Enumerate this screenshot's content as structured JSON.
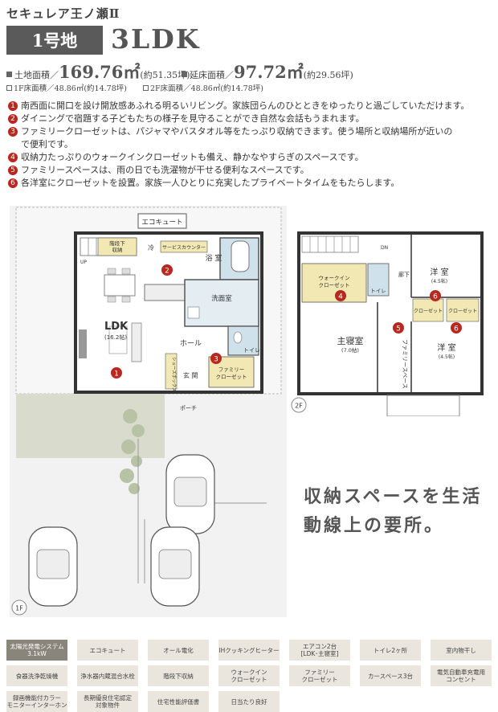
{
  "header": {
    "series": "セキュレア王ノ瀬Ⅱ",
    "lot": "1号地",
    "layout": "3LDK"
  },
  "specs": {
    "land_label": "土地面積／",
    "land_value": "169.76㎡",
    "land_tsubo": "(約51.35坪)",
    "floor_label": "延床面積／",
    "floor_value": "97.72㎡",
    "floor_tsubo": "(約29.56坪)",
    "floor1": "1F床面積／48.86㎡(約14.78坪)",
    "floor2": "2F床面積／48.86㎡(約14.78坪)"
  },
  "features": [
    {
      "num": "1",
      "text": "南西面に開口を設け開放感あふれる明るいリビング。家族団らんのひとときをゆったりと過ごしていただけます。"
    },
    {
      "num": "2",
      "text": "ダイニングで宿題する子どもたちの様子を見守ることができ自然な会話もうまれます。"
    },
    {
      "num": "3",
      "text": "ファミリークローゼットは、パジャマやバスタオル等をたっぷり収納できます。使う場所と収納場所が近いの"
    },
    {
      "num": "",
      "text": "で便利です。"
    },
    {
      "num": "4",
      "text": "収納力たっぷりのウォークインクローゼットも備え、静かなやすらぎのスペースです。"
    },
    {
      "num": "5",
      "text": "ファミリースペースは、雨の日でも洗濯物が干せる便利なスペースです。"
    },
    {
      "num": "6",
      "text": "各洋室にクローゼットを設置。家族一人ひとりに充実したプライベートタイムをもたらします。"
    }
  ],
  "floor1": {
    "eco": "エコキュート",
    "stair_storage": "階段下\n収納",
    "fridge": "冷",
    "service_counter": "サービスカウンター",
    "bath": "浴 室",
    "washroom": "洗面室",
    "ldk": "LDK",
    "ldk_size": "(16.2帖)",
    "hall": "ホール",
    "toilet": "トイレ",
    "shoebox": "シューズボックス",
    "entrance": "玄 関",
    "family_closet": "ファミリー\nクローゼット",
    "porch": "ポーチ",
    "up": "UP",
    "floor_label": "1F"
  },
  "floor2": {
    "dn": "DN",
    "wic": "ウォークイン\nクローゼット",
    "toilet": "トイレ",
    "corridor": "廊下",
    "room1": "洋 室",
    "room1_size": "(4.5帖)",
    "closet": "クローゼット",
    "master": "主寝室",
    "master_size": "(7.0帖)",
    "family_space": "ファミリースペース",
    "room2": "洋 室",
    "room2_size": "(4.5帖)",
    "floor_label": "2F"
  },
  "tagline": {
    "line1": "収納スペースを生活",
    "line2": "動線上の要所。"
  },
  "badges": [
    "太陽光発電システム\n3.1kW",
    "エコキュート",
    "オール電化",
    "IHクッキングヒーター",
    "エアコン2台\n[LDK･主寝室]",
    "トイレ2ヶ所",
    "室内物干し",
    "食器洗浄乾燥機",
    "浄水器内蔵混合水栓",
    "階段下収納",
    "ウォークイン\nクローゼット",
    "ファミリー\nクローゼット",
    "カースペース3台",
    "電気自動車充電用\nコンセント",
    "録画機能付カラー\nモニターインターホン",
    "長期優良住宅認定\n対象物件",
    "住宅性能評価書",
    "日当たり良好"
  ],
  "colors": {
    "accent_red": "#b8281e",
    "dark_gray": "#5a5a5a",
    "badge_bg": "#eae6dd",
    "closet_yellow": "#f1e8b3",
    "wet_blue": "#cfe1ea"
  }
}
